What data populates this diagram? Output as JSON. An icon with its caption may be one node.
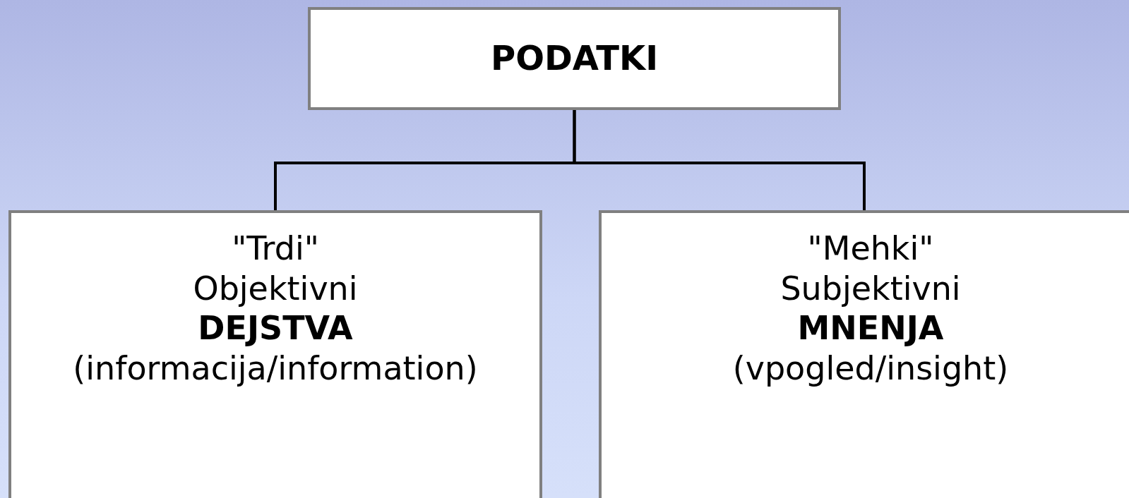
{
  "diagram": {
    "nodes": [
      {
        "text": [
          "PODATKI"
        ]
      },
      {
        "text": [
          "\"Trdi\"",
          "Objektivni",
          "DEJSTVA",
          "(informacija/information)"
        ]
      },
      {
        "text": [
          "\"Mehki\"",
          "Subjektivni",
          "MNENJA",
          "(vpogled/insight)"
        ]
      }
    ],
    "edges": [
      {
        "from": 0,
        "to": 1,
        "arrow": "none"
      },
      {
        "from": 0,
        "to": 2,
        "arrow": "none"
      }
    ]
  }
}
